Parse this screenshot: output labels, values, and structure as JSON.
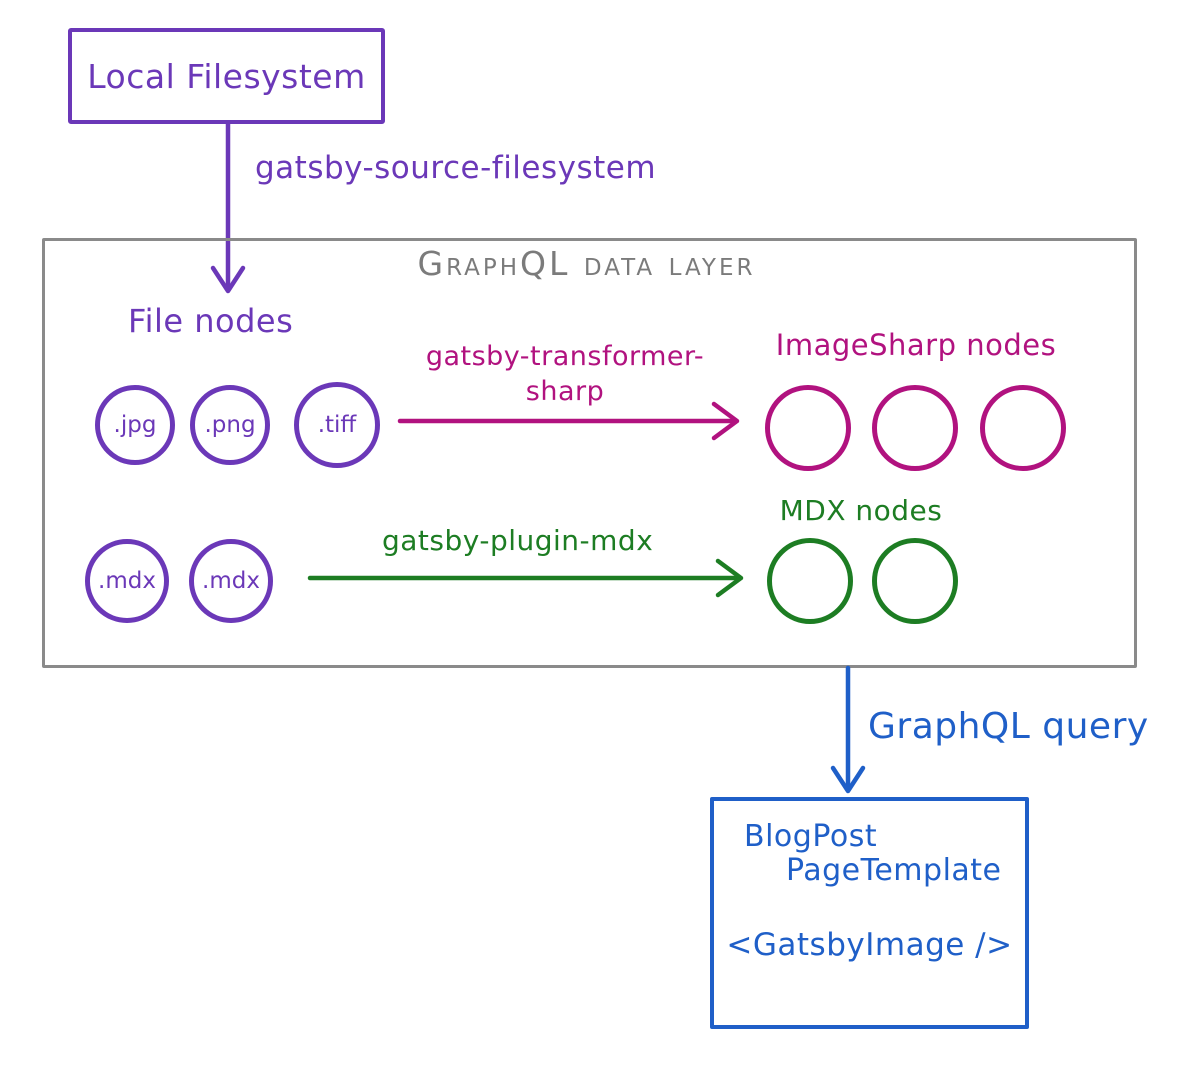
{
  "colors": {
    "purple": "#6b38b8",
    "magenta": "#b1127f",
    "green": "#1d7d23",
    "blue": "#1f5fc8",
    "gray": "#7b7b7b"
  },
  "source": {
    "box_label": "Local Filesystem",
    "plugin_label": "gatsby-source-filesystem"
  },
  "data_layer": {
    "title": "GraphQL data layer",
    "file_nodes": {
      "title": "File nodes",
      "items": [
        ".jpg",
        ".png",
        ".tiff"
      ]
    },
    "transformer": {
      "label_line1": "gatsby-transformer-",
      "label_line2": "sharp"
    },
    "image_sharp_nodes": {
      "title": "ImageSharp nodes",
      "count": 3
    },
    "mdx_files": {
      "items": [
        ".mdx",
        ".mdx"
      ]
    },
    "mdx_plugin": {
      "label": "gatsby-plugin-mdx"
    },
    "mdx_nodes": {
      "title": "MDX nodes",
      "count": 2
    }
  },
  "query": {
    "label": "GraphQL query"
  },
  "page_template": {
    "line1": "BlogPost",
    "line2": "PageTemplate",
    "component": "<GatsbyImage />"
  }
}
